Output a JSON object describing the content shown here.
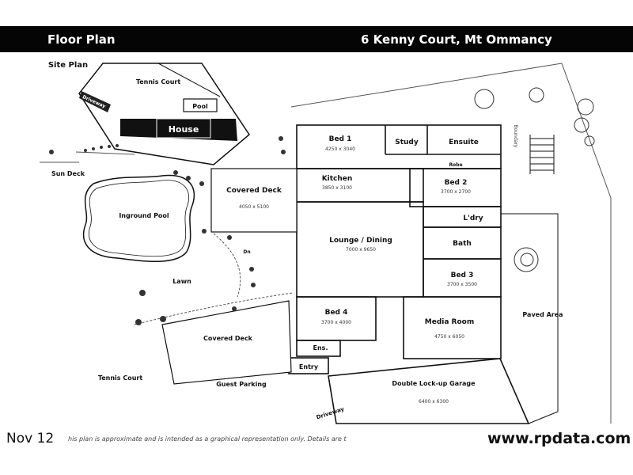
{
  "header": {
    "title": "Floor Plan",
    "address": "6 Kenny Court, Mt Ommancy"
  },
  "site_plan": {
    "title": "Site Plan",
    "tennis": "Tennis Court",
    "pool": "Pool",
    "house": "House",
    "driveway": "Driveway"
  },
  "rooms": {
    "bed1": {
      "name": "Bed 1",
      "dim": "4250 x 3040"
    },
    "study": {
      "name": "Study"
    },
    "ensuite": {
      "name": "Ensuite"
    },
    "robe": {
      "name": "Robe"
    },
    "kitchen": {
      "name": "Kitchen",
      "dim": "3850 x 3100"
    },
    "bed2": {
      "name": "Bed 2",
      "dim": "3700 x 2700"
    },
    "covered_deck_top": {
      "name": "Covered Deck",
      "dim": "4050 x 5100"
    },
    "ldry": {
      "name": "L'dry"
    },
    "lounge": {
      "name": "Lounge / Dining",
      "dim": "7000 x 9650"
    },
    "bath": {
      "name": "Bath"
    },
    "bed3": {
      "name": "Bed 3",
      "dim": "3700 x 3500"
    },
    "bed4": {
      "name": "Bed 4",
      "dim": "3700 x 4000"
    },
    "media": {
      "name": "Media Room",
      "dim": "4750 x 6050"
    },
    "ens": {
      "name": "Ens."
    },
    "entry": {
      "name": "Entry"
    },
    "garage": {
      "name": "Double Lock-up Garage",
      "dim": "6400 x 6300"
    }
  },
  "outdoor": {
    "sun_deck": "Sun Deck",
    "pool": "Inground Pool",
    "lawn": "Lawn",
    "covered_deck": "Covered Deck",
    "tennis": "Tennis Court",
    "guest": "Guest Parking",
    "driveway": "Driveway",
    "paved": "Paved Area",
    "dn": "Dn",
    "boundary": "Boundary"
  },
  "footer": {
    "date": "Nov 12",
    "disclaimer": "his plan is approximate and is intended as a graphical representation only.  Details are t",
    "website": "www.rpdata.com"
  }
}
